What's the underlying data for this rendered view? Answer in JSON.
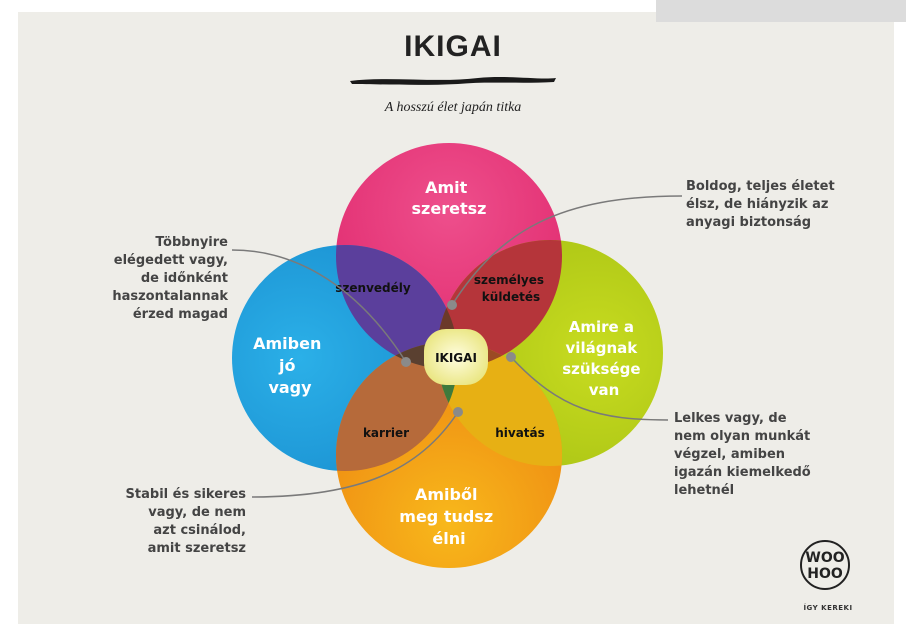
{
  "header": {
    "title": "IKIGAI",
    "subtitle": "A hosszú élet japán titka"
  },
  "circles": {
    "love": [
      "Amit",
      "szeretsz"
    ],
    "good_at": [
      "Amiben",
      "jó",
      "vagy"
    ],
    "world_needs": [
      "Amire a",
      "világnak",
      "szüksége",
      "van"
    ],
    "paid_for": [
      "Amiből",
      "meg tudsz",
      "élni"
    ]
  },
  "intersections": {
    "passion": "szenvedély",
    "mission": [
      "személyes",
      "küldetés"
    ],
    "profession": "karrier",
    "vocation": "hivatás",
    "center": "IKIGAI"
  },
  "notes": {
    "top_left": [
      "Többnyire",
      "elégedett vagy,",
      "de időnként",
      "haszontalannak",
      "érzed magad"
    ],
    "top_right": [
      "Boldog, teljes életet",
      "élsz, de hiányzik az",
      "anyagi biztonság"
    ],
    "bottom_left": [
      "Stabil és sikeres",
      "vagy, de nem",
      "azt csinálod,",
      "amit szeretsz"
    ],
    "bottom_right": [
      "Lelkes vagy, de",
      "nem olyan munkát",
      "végzel, amiben",
      "igazán kiemelkedő",
      "lehetnél"
    ]
  },
  "logo": {
    "line1": "WOO",
    "line2": "HOO",
    "tagline": "ÍGY KEREKI"
  },
  "colors": {
    "love": "#e8357a",
    "good_at": "#1d9fde",
    "world_needs": "#b9cf1b",
    "paid_for": "#f29a14",
    "center": "#f5f2b8",
    "background": "#eeede8"
  }
}
